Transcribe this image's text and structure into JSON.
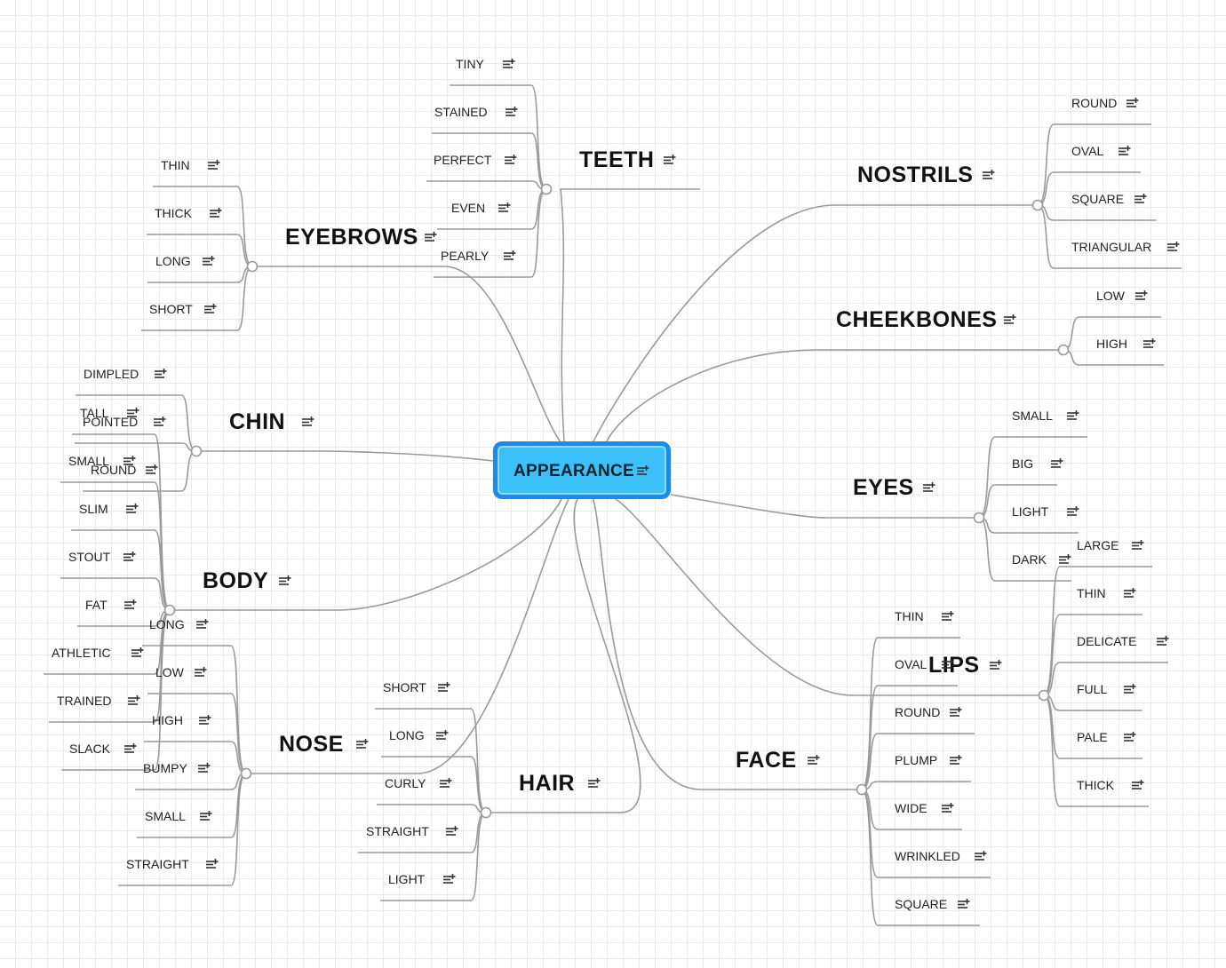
{
  "mindmap": {
    "root": "APPEARANCE",
    "branches": [
      {
        "id": "teeth",
        "label": "TEETH",
        "items": [
          "TINY",
          "STAINED",
          "PERFECT",
          "EVEN",
          "PEARLY"
        ]
      },
      {
        "id": "nostrils",
        "label": "NOSTRILS",
        "items": [
          "ROUND",
          "OVAL",
          "SQUARE",
          "TRIANGULAR"
        ]
      },
      {
        "id": "cheekbones",
        "label": "CHEEKBONES",
        "items": [
          "LOW",
          "HIGH"
        ]
      },
      {
        "id": "eyes",
        "label": "EYES",
        "items": [
          "SMALL",
          "BIG",
          "LIGHT",
          "DARK"
        ]
      },
      {
        "id": "lips",
        "label": "LIPS",
        "items": [
          "LARGE",
          "THIN",
          "DELICATE",
          "FULL",
          "PALE",
          "THICK"
        ]
      },
      {
        "id": "face",
        "label": "FACE",
        "items": [
          "THIN",
          "OVAL",
          "ROUND",
          "PLUMP",
          "WIDE",
          "WRINKLED",
          "SQUARE"
        ]
      },
      {
        "id": "hair",
        "label": "HAIR",
        "items": [
          "SHORT",
          "LONG",
          "CURLY",
          "STRAIGHT",
          "LIGHT"
        ]
      },
      {
        "id": "nose",
        "label": "NOSE",
        "items": [
          "LONG",
          "LOW",
          "HIGH",
          "BUMPY",
          "SMALL",
          "STRAIGHT"
        ]
      },
      {
        "id": "body",
        "label": "BODY",
        "items": [
          "TALL",
          "SMALL",
          "SLIM",
          "STOUT",
          "FAT",
          "ATHLETIC",
          "TRAINED",
          "SLACK"
        ]
      },
      {
        "id": "chin",
        "label": "CHIN",
        "items": [
          "DIMPLED",
          "POINTED",
          "ROUND"
        ]
      },
      {
        "id": "eyebrows",
        "label": "EYEBROWS",
        "items": [
          "THIN",
          "THICK",
          "LONG",
          "SHORT"
        ]
      }
    ]
  },
  "icons": {
    "note": "note-add-icon"
  },
  "colors": {
    "root_fill": "#3dbff8",
    "root_border": "#1b8bf0",
    "line": "#9a9a9a"
  }
}
